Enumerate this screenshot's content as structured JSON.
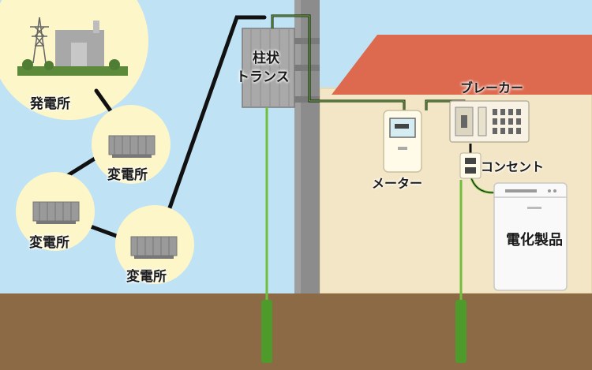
{
  "labels": {
    "power_plant": "発電所",
    "substation_1": "変電所",
    "substation_2": "変電所",
    "substation_3": "変電所",
    "pole_transformer_line1": "柱状",
    "pole_transformer_line2": "トランス",
    "meter": "メーター",
    "breaker": "ブレーカー",
    "outlet": "コンセント",
    "appliance": "電化製品"
  },
  "colors": {
    "sky": "#bfe3f5",
    "ground": "#8b6a45",
    "house_wall": "#f3e6c6",
    "roof": "#dd6a4f",
    "pole": "#8c8c8c",
    "circle": "#fdf6c8",
    "wire_black": "#111111",
    "wire_green": "#6fbf3c",
    "ground_rod": "#4e9a2a"
  }
}
